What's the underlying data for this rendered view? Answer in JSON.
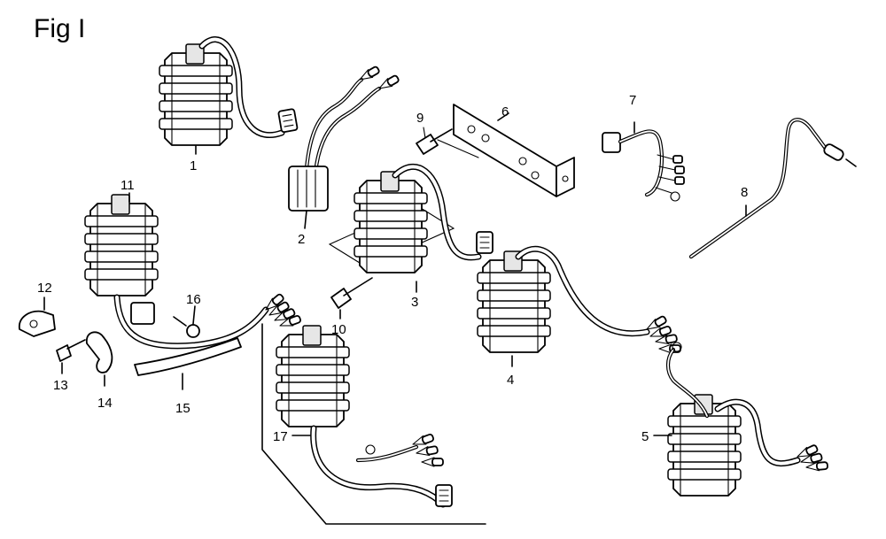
{
  "figure": {
    "title": "Fig I"
  },
  "callouts": [
    {
      "id": "1",
      "label": "1"
    },
    {
      "id": "2",
      "label": "2"
    },
    {
      "id": "3",
      "label": "3"
    },
    {
      "id": "4",
      "label": "4"
    },
    {
      "id": "5",
      "label": "5"
    },
    {
      "id": "6",
      "label": "6"
    },
    {
      "id": "7",
      "label": "7"
    },
    {
      "id": "8",
      "label": "8"
    },
    {
      "id": "9",
      "label": "9"
    },
    {
      "id": "10",
      "label": "10"
    },
    {
      "id": "11",
      "label": "11"
    },
    {
      "id": "12",
      "label": "12"
    },
    {
      "id": "13",
      "label": "13"
    },
    {
      "id": "14",
      "label": "14"
    },
    {
      "id": "15",
      "label": "15"
    },
    {
      "id": "16",
      "label": "16"
    },
    {
      "id": "17",
      "label": "17"
    }
  ]
}
